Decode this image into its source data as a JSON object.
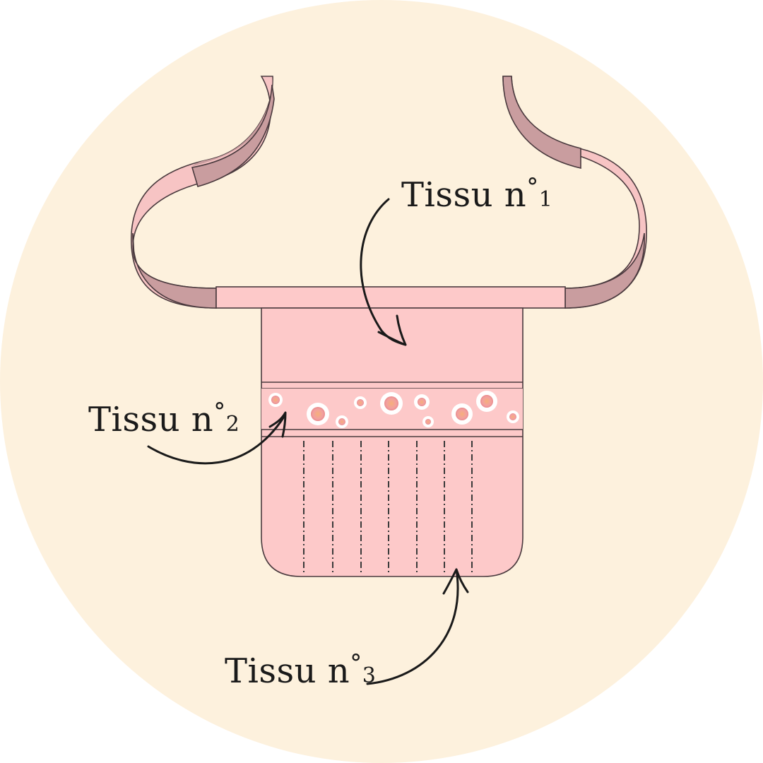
{
  "colors": {
    "background_circle": "#fdf1dd",
    "fabric_pink": "#fdc9c9",
    "strap_light": "#f7c4c4",
    "strap_shadow": "#c99d9f",
    "outline": "#4a3a3e"
  },
  "labels": [
    {
      "id": "tissu-1",
      "text": "Tissu n",
      "ordinal": "1"
    },
    {
      "id": "tissu-2",
      "text": "Tissu n",
      "ordinal": "2"
    },
    {
      "id": "tissu-3",
      "text": "Tissu n",
      "ordinal": "3"
    }
  ],
  "degree_glyph": "°"
}
